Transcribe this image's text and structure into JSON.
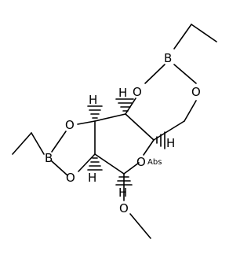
{
  "atoms": {
    "B_top": "B",
    "O_top_left": "O",
    "O_top_right": "O",
    "O_dioxolane_upper": "O",
    "O_dioxolane_lower": "O",
    "B_left": "B",
    "O_ring": "O",
    "O_methoxy": "O",
    "abs_label": "Abs",
    "H_upper": "H",
    "H_lower": "H",
    "H_right": "H",
    "H_anomeric": "H"
  },
  "colors": {
    "bond": "#000000",
    "background": "#ffffff"
  }
}
